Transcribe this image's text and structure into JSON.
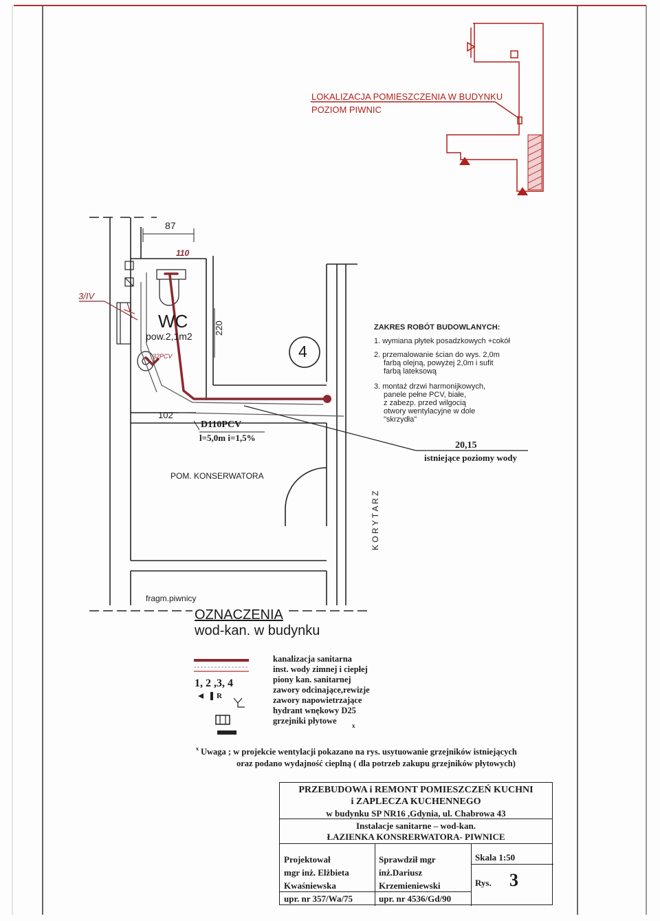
{
  "location": {
    "line1": "LOKALIZACJA POMIESZCZENIA W BUDYNKU",
    "line2": "POZIOM PIWNIC"
  },
  "plan": {
    "ref_mark": "3/IV",
    "room_wc": "WC",
    "room_wc_area": "pow.2,1m2",
    "mark_32pcv": "32PCV",
    "dim_87": "87",
    "dim_110": "110",
    "dim_220": "220",
    "dim_102": "102",
    "pipe_label": "D110PCV",
    "pipe_slope": "l=5,0m i=1,5%",
    "riser_number": "4",
    "room_konserwator": "POM. KONSERWATORA",
    "corridor": "K O R Y T A R Z",
    "fragment_label": "fragm.piwnicy"
  },
  "scope": {
    "title": "ZAKRES ROBÓT BUDOWLANYCH:",
    "item1": "1. wymiana płytek posadzkowych +cokół",
    "item2a": "2. przemalowanie ścian do wys. 2,0m",
    "item2b": "farbą olejną, powyżej 2,0m i sufit",
    "item2c": "farbą lateksową",
    "item3a": "3. montaż drzwi harmonijkowych,",
    "item3b": "panele pełne PCV, białe,",
    "item3c": "z zabezp. przed wilgocią",
    "item3d": "otwory wentylacyjne w dole",
    "item3e": "\"skrzydła\""
  },
  "water_level": {
    "value": "20,15",
    "label": "istniejące poziomy wody"
  },
  "legend": {
    "title": "OZNACZENIA",
    "subtitle": "wod-kan. w budynku",
    "items": [
      "kanalizacja sanitarna",
      "inst. wody zimnej i ciepłej",
      "piony kan. sanitarnej",
      "zawory odcinające,rewizje",
      "zawory napowietrzające",
      "hydrant wnękowy D25",
      "grzejniki płytowe"
    ],
    "riser_symbols": "1, 2 ,3, 4",
    "r_symbol": "R",
    "x_mark": "x"
  },
  "note": {
    "mark": "x",
    "line1": "Uwaga ; w projekcie wentylacji pokazano na rys. usytuowanie grzejników istniejących",
    "line2": "oraz podano wydajność cieplną ( dla potrzeb zakupu grzejników płytowych)"
  },
  "title_block": {
    "project1": "PRZEBUDOWA i REMONT POMIESZCZEŃ KUCHNI",
    "project2": "i ZAPLECZA KUCHENNEGO",
    "project3": "w budynku SP NR16 ,Gdynia, ul. Chabrowa 43",
    "drawing1": "Instalacje sanitarne – wod-kan.",
    "drawing2": "ŁAZIENKA KONSRERWATORA- PIWNICE",
    "designed_label": "Projektował",
    "designer1": "mgr inż. Elżbieta",
    "designer2": "Kwaśniewska",
    "designer_license": "upr. nr 357/Wa/75",
    "checked_label": "Sprawdził mgr",
    "checker1": "inż.Dariusz",
    "checker2": "Krzemieniewski",
    "checker_license": "upr. nr 4536/Gd/90",
    "scale": "Skala 1:50",
    "sheet_label": "Rys.",
    "sheet_number": "3"
  },
  "colors": {
    "sewer": "#8a2a30",
    "water": "#b03030",
    "location_text": "#b0201c",
    "ink": "#1a1a1a"
  }
}
